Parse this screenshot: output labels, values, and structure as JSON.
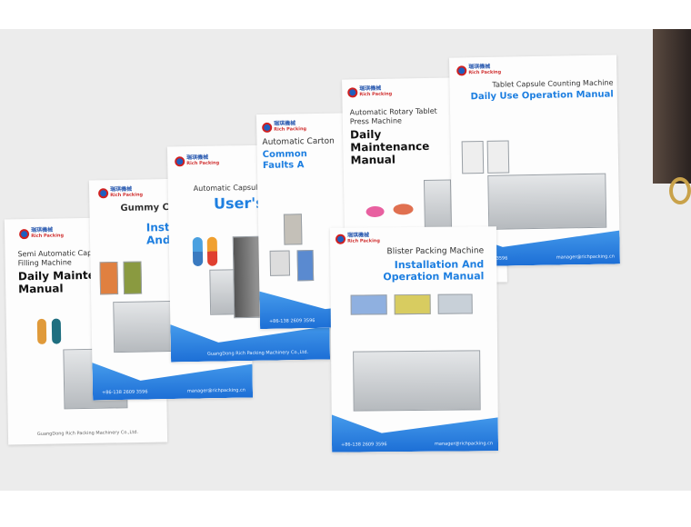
{
  "brand": {
    "cn": "瑞琪機械",
    "en": "Rich Packing"
  },
  "contact": {
    "phone": "+86-138 2609 3596",
    "email": "manager@richpacking.cn",
    "company": "GuangDong Rich Packing Machinery Co.,Ltd."
  },
  "cards": [
    {
      "subtitle": "Semi Automatic Capsule Filling Machine",
      "title": "Daily Maintenance Manual"
    },
    {
      "subtitle": "Gummy Co",
      "title": "Installation And Operation"
    },
    {
      "subtitle": "Automatic Capsul",
      "title": "User's"
    },
    {
      "subtitle": "Automatic Carton",
      "title": "Common Faults A"
    },
    {
      "subtitle": "Automatic Rotary Tablet Press Machine",
      "title": "Daily Maintenance Manual"
    },
    {
      "subtitle": "Tablet Capsule Counting Machine",
      "title": "Daily Use Operation Manual"
    },
    {
      "subtitle": "Blister Packing Machine",
      "title": "Installation And Operation Manual"
    }
  ],
  "colors": {
    "accent": "#1e7fe0",
    "table": "#ececec"
  }
}
